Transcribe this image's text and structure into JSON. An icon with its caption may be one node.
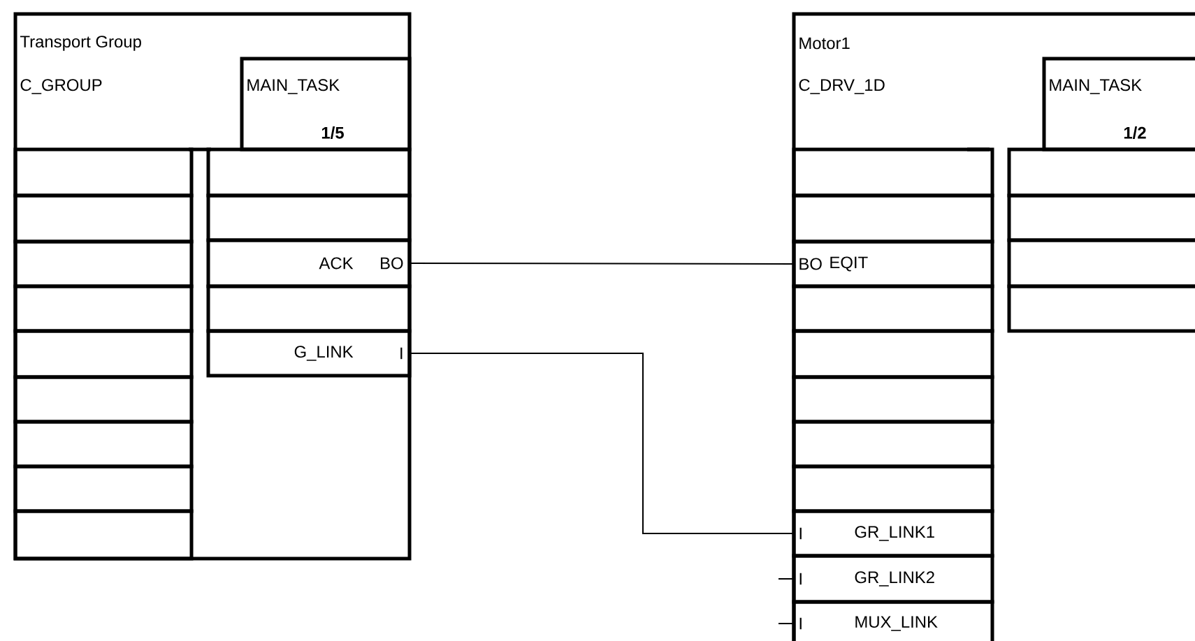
{
  "diagram": {
    "nodes": [
      {
        "text": [
          "Transport Group",
          "C_GROUP"
        ]
      },
      {
        "text": [
          "MAIN_TASK",
          "1/5"
        ],
        "in": 0
      },
      {
        "text": [],
        "shape": "box",
        "in": 0
      },
      {
        "text": [],
        "shape": "box",
        "in": 0
      },
      {
        "text": [],
        "shape": "box",
        "in": 0
      },
      {
        "text": [],
        "shape": "box",
        "in": 0
      },
      {
        "text": [],
        "shape": "box",
        "in": 0
      },
      {
        "text": [],
        "shape": "box",
        "in": 0
      },
      {
        "text": [],
        "shape": "box",
        "in": 0
      },
      {
        "text": [],
        "shape": "box",
        "in": 0
      },
      {
        "text": [],
        "shape": "box",
        "in": 0
      },
      {
        "text": [],
        "shape": "box",
        "in": 0
      },
      {
        "text": [],
        "shape": "box",
        "in": 0
      },
      {
        "text": [
          "ACK",
          "BO"
        ],
        "in": 0
      },
      {
        "text": [],
        "shape": "box",
        "in": 0
      },
      {
        "text": [
          "G_LINK",
          "I"
        ],
        "in": 0
      },
      {
        "text": [
          "Motor1",
          "C_DRV_1D"
        ]
      },
      {
        "text": [
          "MAIN_TASK",
          "1/2"
        ],
        "in": 16
      },
      {
        "text": [],
        "shape": "box",
        "in": 16
      },
      {
        "text": [],
        "shape": "box",
        "in": 16
      },
      {
        "text": [
          "BO",
          "EQIT"
        ],
        "in": 16
      },
      {
        "text": [],
        "shape": "box",
        "in": 16
      },
      {
        "text": [],
        "shape": "box",
        "in": 16
      },
      {
        "text": [],
        "shape": "box",
        "in": 16
      },
      {
        "text": [],
        "shape": "box",
        "in": 16
      },
      {
        "text": [],
        "shape": "box",
        "in": 16
      },
      {
        "text": [
          "I",
          "GR_LINK1"
        ],
        "in": 16
      },
      {
        "text": [
          "I",
          "GR_LINK2"
        ],
        "in": 16
      },
      {
        "text": [
          "I",
          "MUX_LINK"
        ],
        "in": 16
      },
      {
        "text": [],
        "shape": "box",
        "in": 16
      },
      {
        "text": [],
        "shape": "box",
        "in": 16
      },
      {
        "text": [],
        "shape": "box",
        "in": 16
      },
      {
        "text": [],
        "shape": "box",
        "in": 16
      }
    ],
    "edges": [
      {
        "from": 13,
        "to": 20,
        "arrow": "none"
      },
      {
        "from": 15,
        "to": 26,
        "arrow": "none"
      },
      {
        "from": null,
        "to": 27,
        "arrow": "none"
      },
      {
        "from": null,
        "to": 28,
        "arrow": "none"
      }
    ]
  }
}
